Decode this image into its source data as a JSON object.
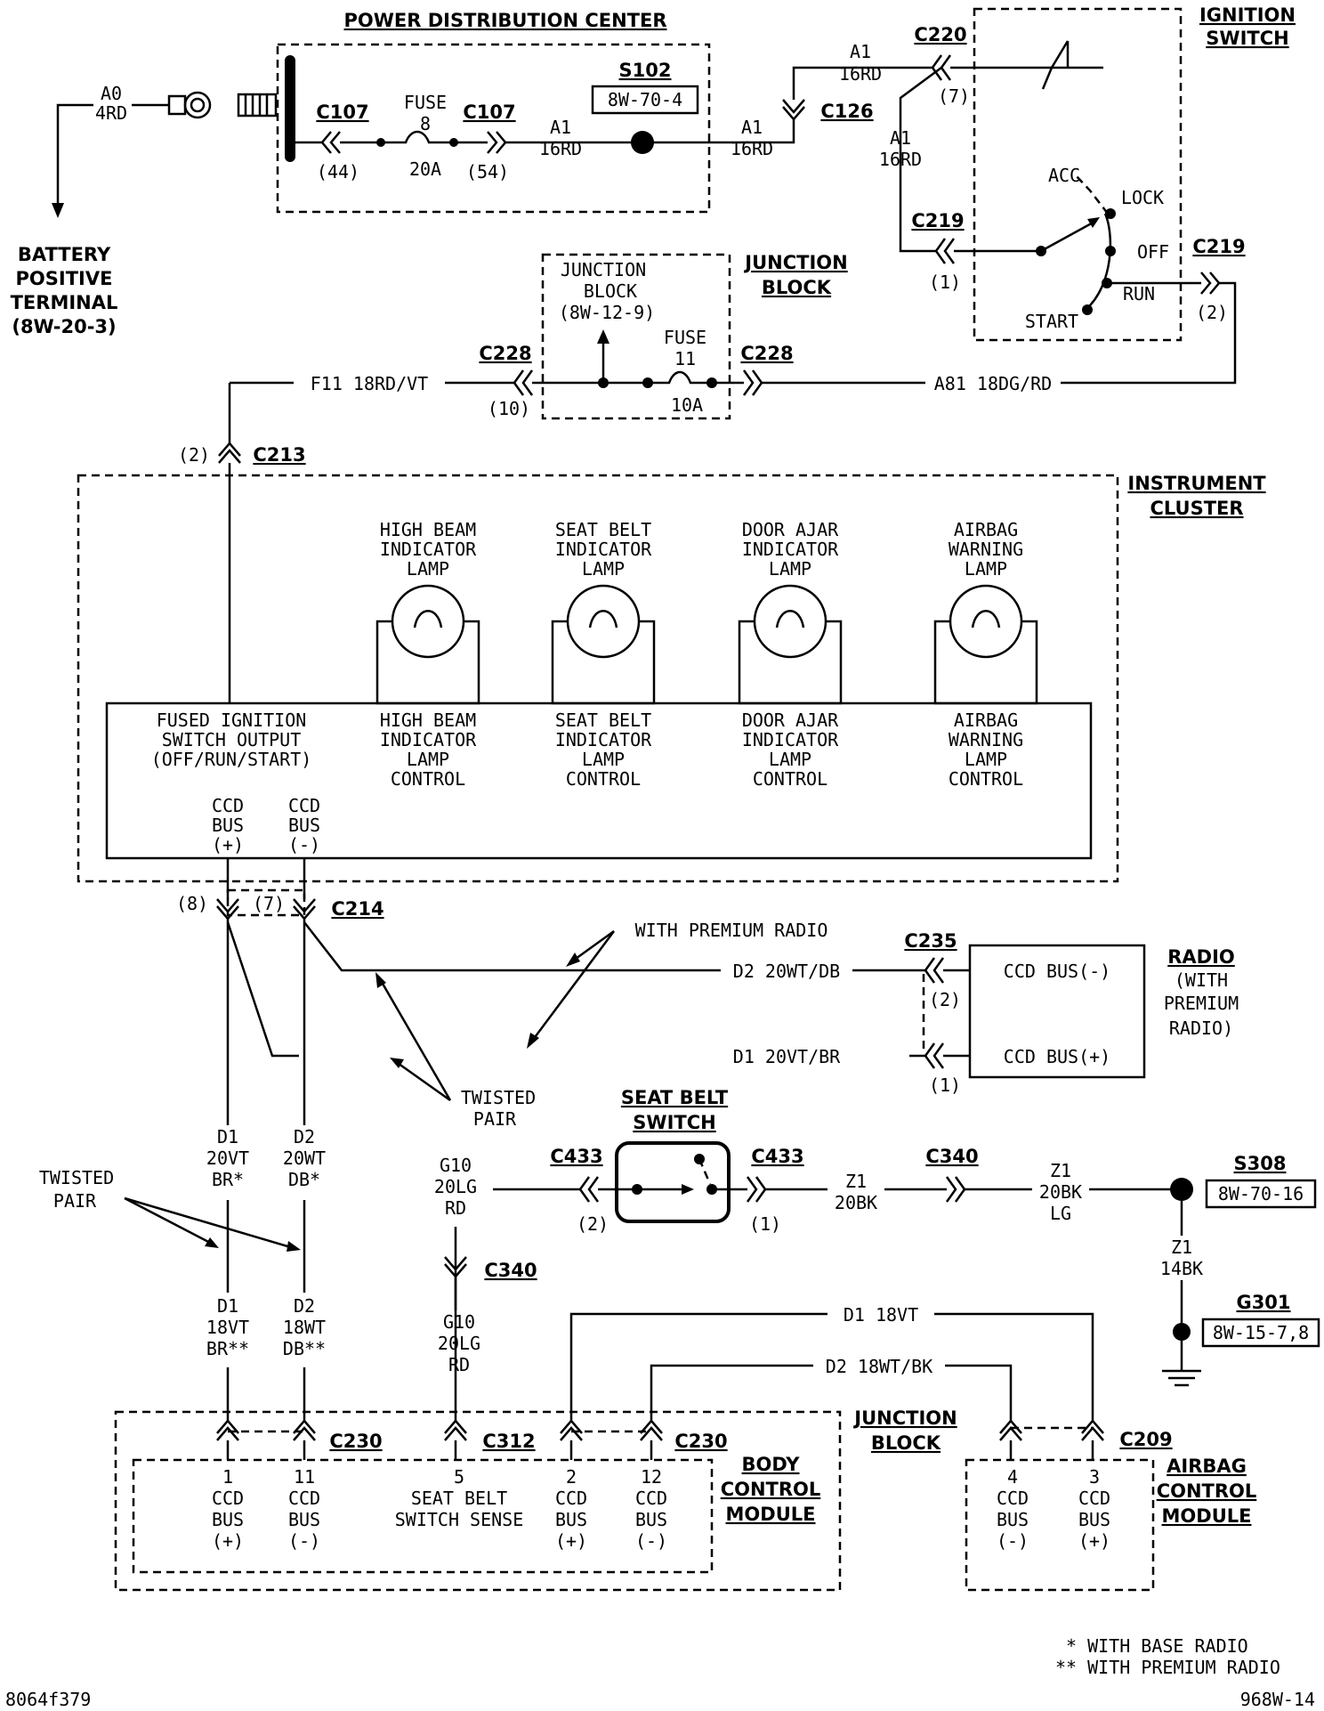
{
  "battery": {
    "lines": [
      "BATTERY",
      "POSITIVE",
      "TERMINAL",
      "(8W-20-3)"
    ],
    "wire": "A0",
    "wire_size": "4RD"
  },
  "pdc": {
    "title": "POWER DISTRIBUTION CENTER",
    "c107": "C107",
    "pin44": "(44)",
    "pin54": "(54)",
    "fuse": "FUSE",
    "fuse_no": "8",
    "fuse_amp": "20A"
  },
  "s102": {
    "label": "S102",
    "ref": "8W-70-4"
  },
  "wires": {
    "a1": "A1",
    "a1_size": "16RD",
    "f11": "F11 18RD/VT",
    "a81": "A81 18DG/RD",
    "d2_premium": "D2 20WT/DB",
    "d1_premium": "D1 20VT/BR",
    "d1_18vt": "D1 18VT",
    "d2_18wtbk": "D2 18WT/BK",
    "d1_20vt": [
      "D1",
      "20VT",
      "BR*"
    ],
    "d2_20wt": [
      "D2",
      "20WT",
      "DB*"
    ],
    "d1_18": [
      "D1",
      "18VT",
      "BR**"
    ],
    "d2_18": [
      "D2",
      "18WT",
      "DB**"
    ],
    "g10a": [
      "G10",
      "20LG",
      "RD"
    ],
    "g10b": [
      "G10",
      "20LG",
      "RD"
    ],
    "z1a": [
      "Z1",
      "20BK"
    ],
    "z1b": [
      "Z1",
      "20BK",
      "LG"
    ],
    "z1c": [
      "Z1",
      "14BK"
    ]
  },
  "connectors": {
    "c220": "C220",
    "c220_pin": "(7)",
    "c126": "C126",
    "c219": "C219",
    "c219_pin1": "(1)",
    "c219_pin2": "(2)",
    "c228": "C228",
    "c228_pin": "(10)",
    "c213": "C213",
    "c213_pin": "(2)",
    "c214": "C214",
    "c214_pin8": "(8)",
    "c214_pin7": "(7)",
    "c235": "C235",
    "c235_pin2": "(2)",
    "c235_pin1": "(1)",
    "c433": "C433",
    "c433_pin2": "(2)",
    "c433_pin1": "(1)",
    "c340": "C340",
    "c230": "C230",
    "c312": "C312",
    "c209": "C209"
  },
  "ignition": {
    "title": [
      "IGNITION",
      "SWITCH"
    ],
    "acc": "ACC",
    "lock": "LOCK",
    "off": "OFF",
    "run": "RUN",
    "start": "START"
  },
  "junction_block": {
    "title": [
      "JUNCTION",
      "BLOCK"
    ],
    "inner": [
      "JUNCTION",
      "BLOCK",
      "(8W-12-9)"
    ],
    "fuse": "FUSE",
    "fuse_no": "11",
    "fuse_amp": "10A"
  },
  "cluster": {
    "title": [
      "INSTRUMENT",
      "CLUSTER"
    ],
    "lamps": [
      {
        "name": [
          "HIGH BEAM",
          "INDICATOR",
          "LAMP"
        ],
        "control": [
          "HIGH BEAM",
          "INDICATOR",
          "LAMP",
          "CONTROL"
        ]
      },
      {
        "name": [
          "SEAT BELT",
          "INDICATOR",
          "LAMP"
        ],
        "control": [
          "SEAT BELT",
          "INDICATOR",
          "LAMP",
          "CONTROL"
        ]
      },
      {
        "name": [
          "DOOR AJAR",
          "INDICATOR",
          "LAMP"
        ],
        "control": [
          "DOOR AJAR",
          "INDICATOR",
          "LAMP",
          "CONTROL"
        ]
      },
      {
        "name": [
          "AIRBAG",
          "WARNING",
          "LAMP"
        ],
        "control": [
          "AIRBAG",
          "WARNING",
          "LAMP",
          "CONTROL"
        ]
      }
    ],
    "fused": [
      "FUSED IGNITION",
      "SWITCH OUTPUT",
      "(OFF/RUN/START)"
    ],
    "ccd_plus": [
      "CCD",
      "BUS",
      "(+)"
    ],
    "ccd_minus": [
      "CCD",
      "BUS",
      "(-)"
    ]
  },
  "radio": {
    "title": [
      "RADIO",
      "(WITH",
      "PREMIUM",
      "RADIO)"
    ],
    "minus": "CCD BUS(-)",
    "plus": "CCD BUS(+)",
    "with_premium": "WITH PREMIUM RADIO"
  },
  "twisted": {
    "a": [
      "TWISTED",
      "PAIR"
    ],
    "b": [
      "TWISTED",
      "PAIR"
    ]
  },
  "seat_belt": {
    "title": [
      "SEAT BELT",
      "SWITCH"
    ]
  },
  "s308": {
    "label": "S308",
    "ref": "8W-70-16"
  },
  "g301": {
    "label": "G301",
    "ref": "8W-15-7,8"
  },
  "jb_lower": {
    "title": [
      "JUNCTION",
      "BLOCK"
    ]
  },
  "bcm": {
    "title": [
      "BODY",
      "CONTROL",
      "MODULE"
    ],
    "pins": [
      {
        "no": "1",
        "lines": [
          "CCD",
          "BUS",
          "(+)"
        ]
      },
      {
        "no": "11",
        "lines": [
          "CCD",
          "BUS",
          "(-)"
        ]
      },
      {
        "no": "5",
        "lines": [
          "SEAT BELT",
          "SWITCH SENSE"
        ]
      },
      {
        "no": "2",
        "lines": [
          "CCD",
          "BUS",
          "(+)"
        ]
      },
      {
        "no": "12",
        "lines": [
          "CCD",
          "BUS",
          "(-)"
        ]
      }
    ]
  },
  "acm": {
    "title": [
      "AIRBAG",
      "CONTROL",
      "MODULE"
    ],
    "pins": [
      {
        "no": "4",
        "lines": [
          "CCD",
          "BUS",
          "(-)"
        ]
      },
      {
        "no": "3",
        "lines": [
          "CCD",
          "BUS",
          "(+)"
        ]
      }
    ]
  },
  "notes": {
    "base": "* WITH BASE RADIO",
    "premium": "** WITH PREMIUM RADIO"
  },
  "footer": {
    "left": "8064f379",
    "right": "968W-14"
  }
}
